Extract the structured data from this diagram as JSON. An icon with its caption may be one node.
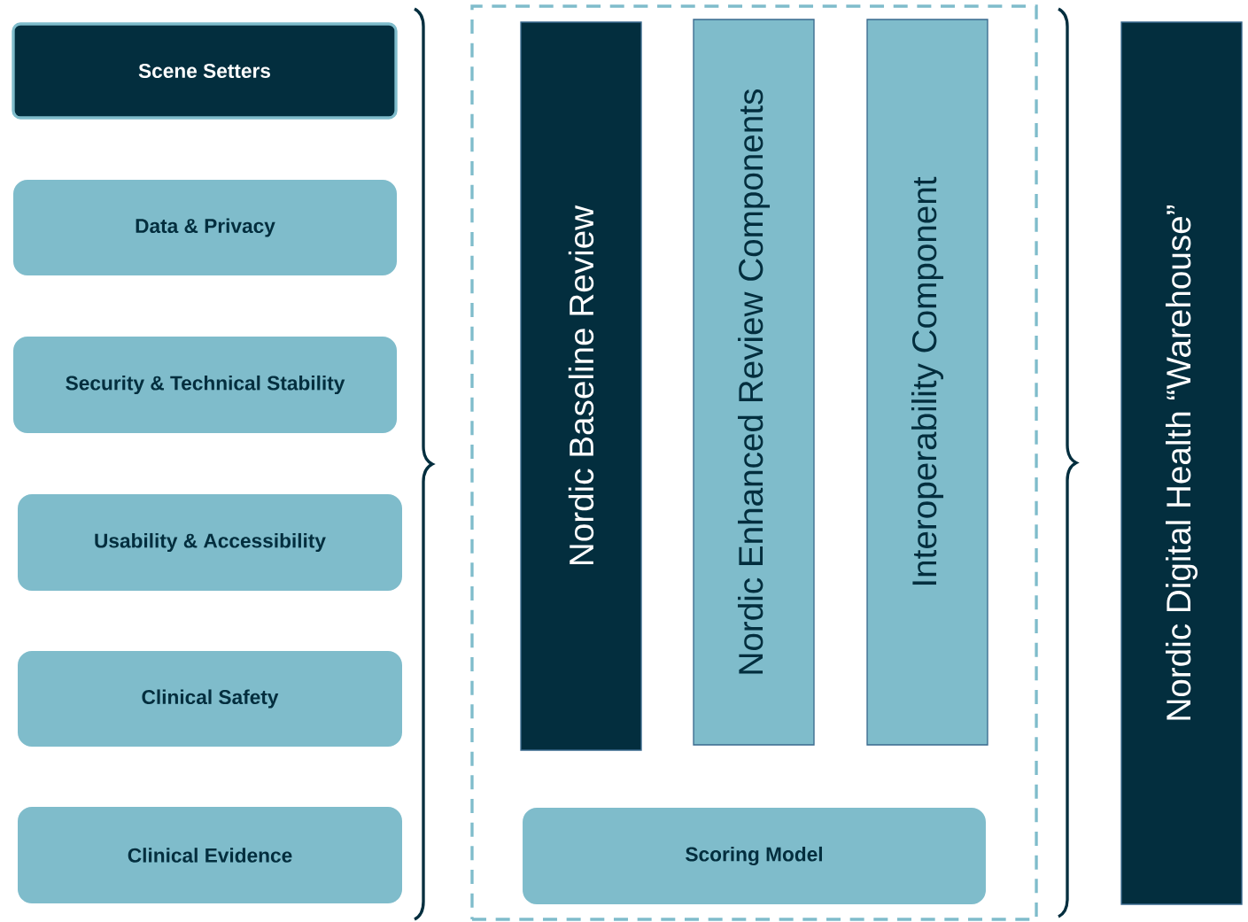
{
  "diagram": {
    "nodes": [
      {
        "text": [
          "Scene Setters"
        ]
      },
      {
        "text": [
          "Data & Privacy"
        ]
      },
      {
        "text": [
          "Security & Technical Stability"
        ]
      },
      {
        "text": [
          "Usability & Accessibility"
        ]
      },
      {
        "text": [
          "Clinical Safety"
        ]
      },
      {
        "text": [
          "Clinical Evidence"
        ]
      },
      {
        "text": [],
        "shape": "box"
      },
      {
        "text": [
          "Nordic Baseline Review"
        ],
        "in": 6
      },
      {
        "text": [
          "Nordic Enhanced Review Components"
        ],
        "in": 6
      },
      {
        "text": [
          "Interoperability Component"
        ],
        "in": 6
      },
      {
        "text": [
          "Scoring Model"
        ],
        "in": 6
      },
      {
        "text": [
          "Nordic Digital Health “Warehouse”"
        ]
      }
    ]
  }
}
